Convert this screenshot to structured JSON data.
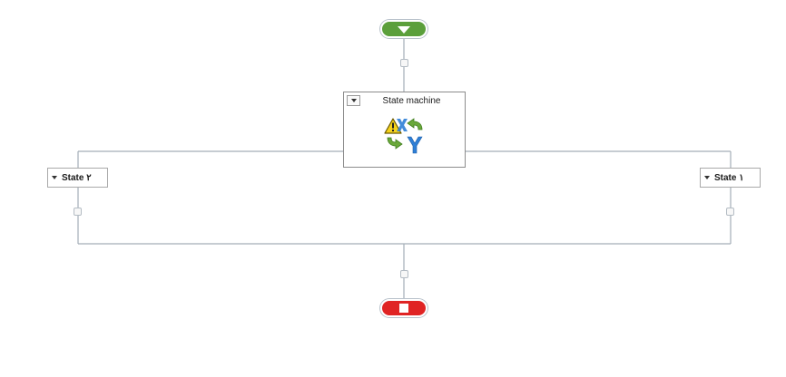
{
  "designer": {
    "start_node": {
      "icon": "play-down-icon",
      "color": "#5b9f3b"
    },
    "stop_node": {
      "icon": "stop-square-icon",
      "color": "#e02424"
    },
    "state_machine": {
      "title": "State machine",
      "icon": "state-machine-icon"
    },
    "states": [
      {
        "label": "State ۲"
      },
      {
        "label": "State ۱"
      }
    ],
    "connector_color": "#a3aeb8"
  }
}
